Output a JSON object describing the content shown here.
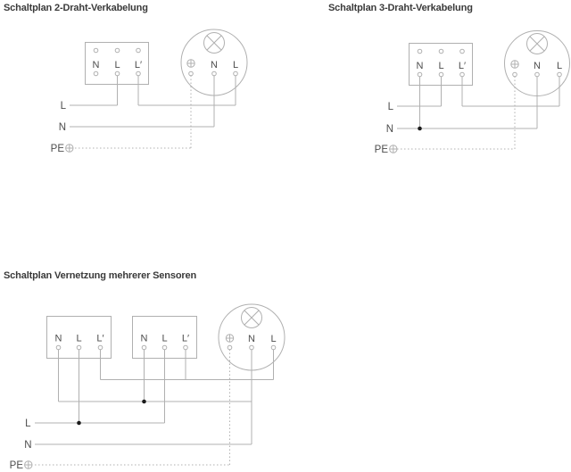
{
  "colors": {
    "background": "#ffffff",
    "line": "#b0b0b0",
    "label": "#4d4d4d",
    "title": "#3a3a3a",
    "junction": "#1c1c1c"
  },
  "d1": {
    "title": "Schaltplan 2-Draht-Verkabelung",
    "sensor_terminals": [
      "N",
      "L",
      "L′"
    ],
    "lamp_terminals": [
      "N",
      "L"
    ],
    "mains_labels": {
      "l": "L",
      "n": "N",
      "pe": "PE"
    }
  },
  "d2": {
    "title": "Schaltplan 3-Draht-Verkabelung",
    "sensor_terminals": [
      "N",
      "L",
      "L′"
    ],
    "lamp_terminals": [
      "N",
      "L"
    ],
    "mains_labels": {
      "l": "L",
      "n": "N",
      "pe": "PE"
    }
  },
  "d3": {
    "title": "Schaltplan Vernetzung mehrerer Sensoren",
    "sensor1_terminals": [
      "N",
      "L",
      "L′"
    ],
    "sensor2_terminals": [
      "N",
      "L",
      "L′"
    ],
    "lamp_terminals": [
      "N",
      "L"
    ],
    "mains_labels": {
      "l": "L",
      "n": "N",
      "pe": "PE"
    }
  }
}
